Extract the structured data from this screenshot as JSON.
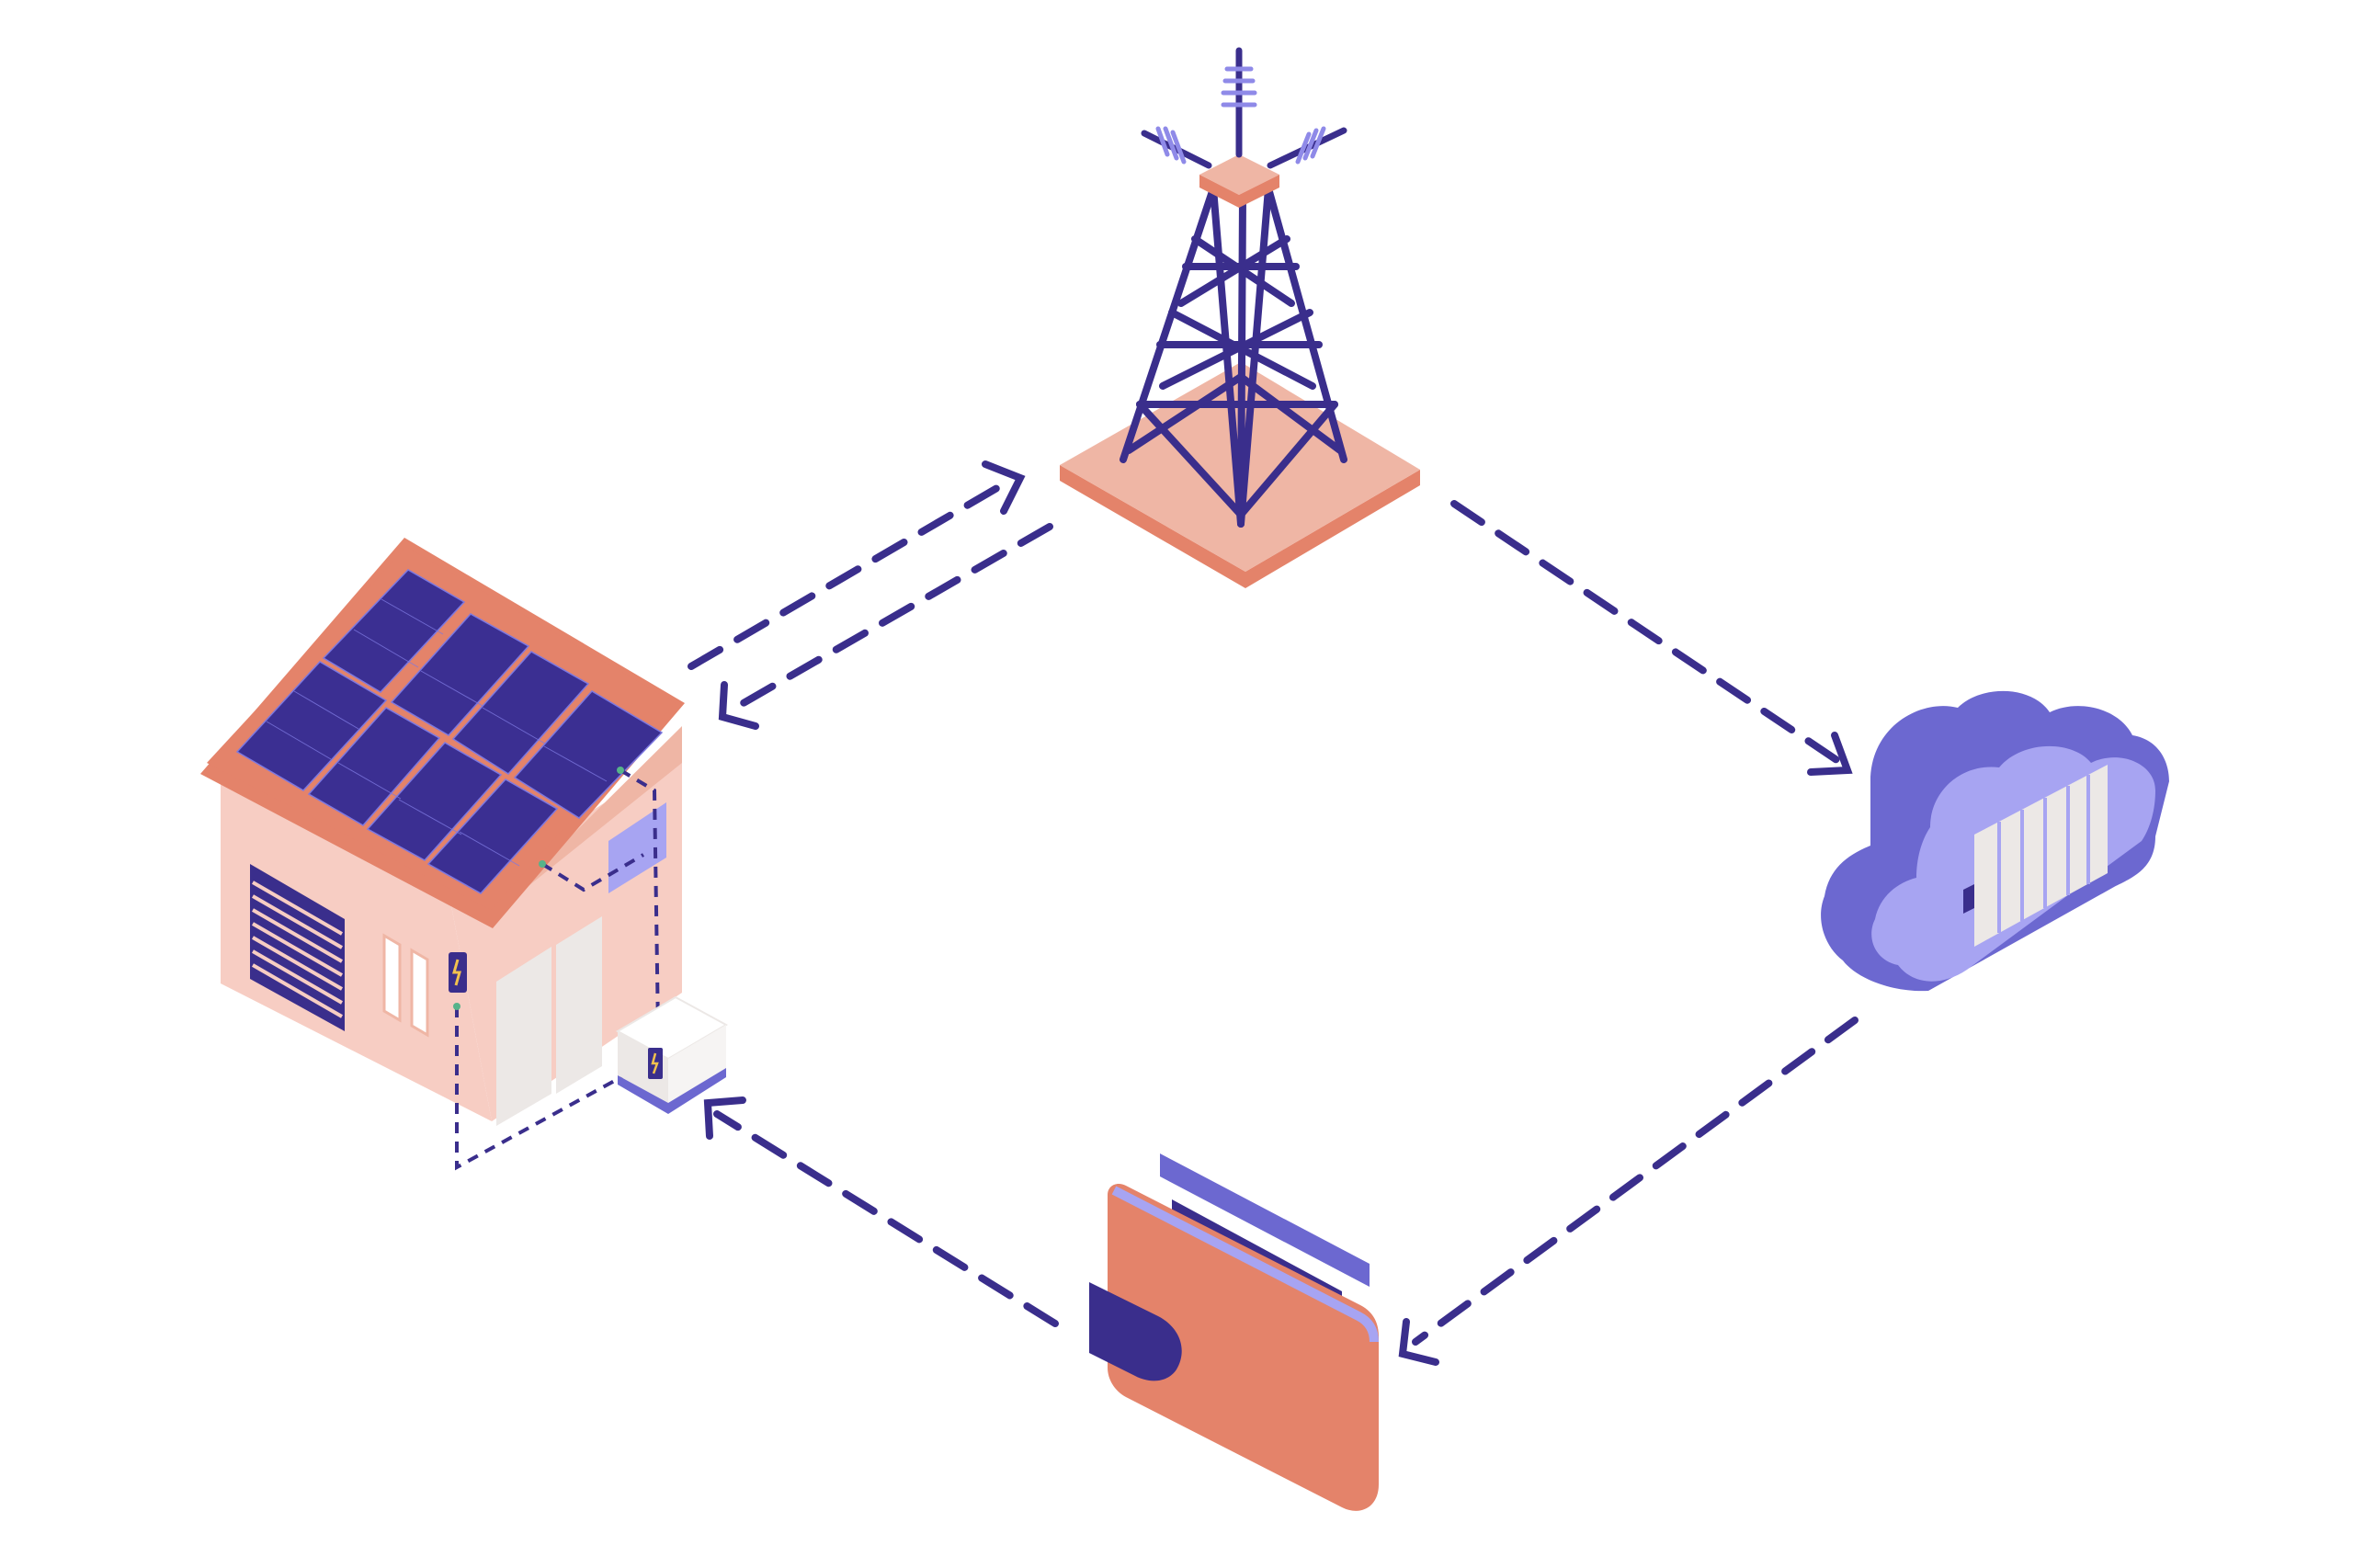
{
  "diagram": {
    "description_free": true,
    "nodes": [
      {
        "id": "house",
        "icon": "house-with-solar-roof-icon"
      },
      {
        "id": "grid",
        "icon": "transmission-tower-icon"
      },
      {
        "id": "cloud",
        "icon": "cloud-battery-icon"
      },
      {
        "id": "wallet",
        "icon": "wallet-icon"
      }
    ],
    "edges": [
      {
        "from": "house",
        "to": "grid"
      },
      {
        "from": "grid",
        "to": "house"
      },
      {
        "from": "grid",
        "to": "cloud"
      },
      {
        "from": "cloud",
        "to": "wallet"
      },
      {
        "from": "wallet",
        "to": "house"
      }
    ]
  },
  "colors": {
    "navy": "#3a2e8c",
    "salmon": "#e4836a",
    "salmon_light": "#efb6a5",
    "wall_pink": "#f7cdc3",
    "lavender": "#a7a4f2",
    "violet": "#6c68d0",
    "solar_panel": "#3b2f92",
    "cream": "#ece8e6",
    "white": "#ffffff"
  }
}
